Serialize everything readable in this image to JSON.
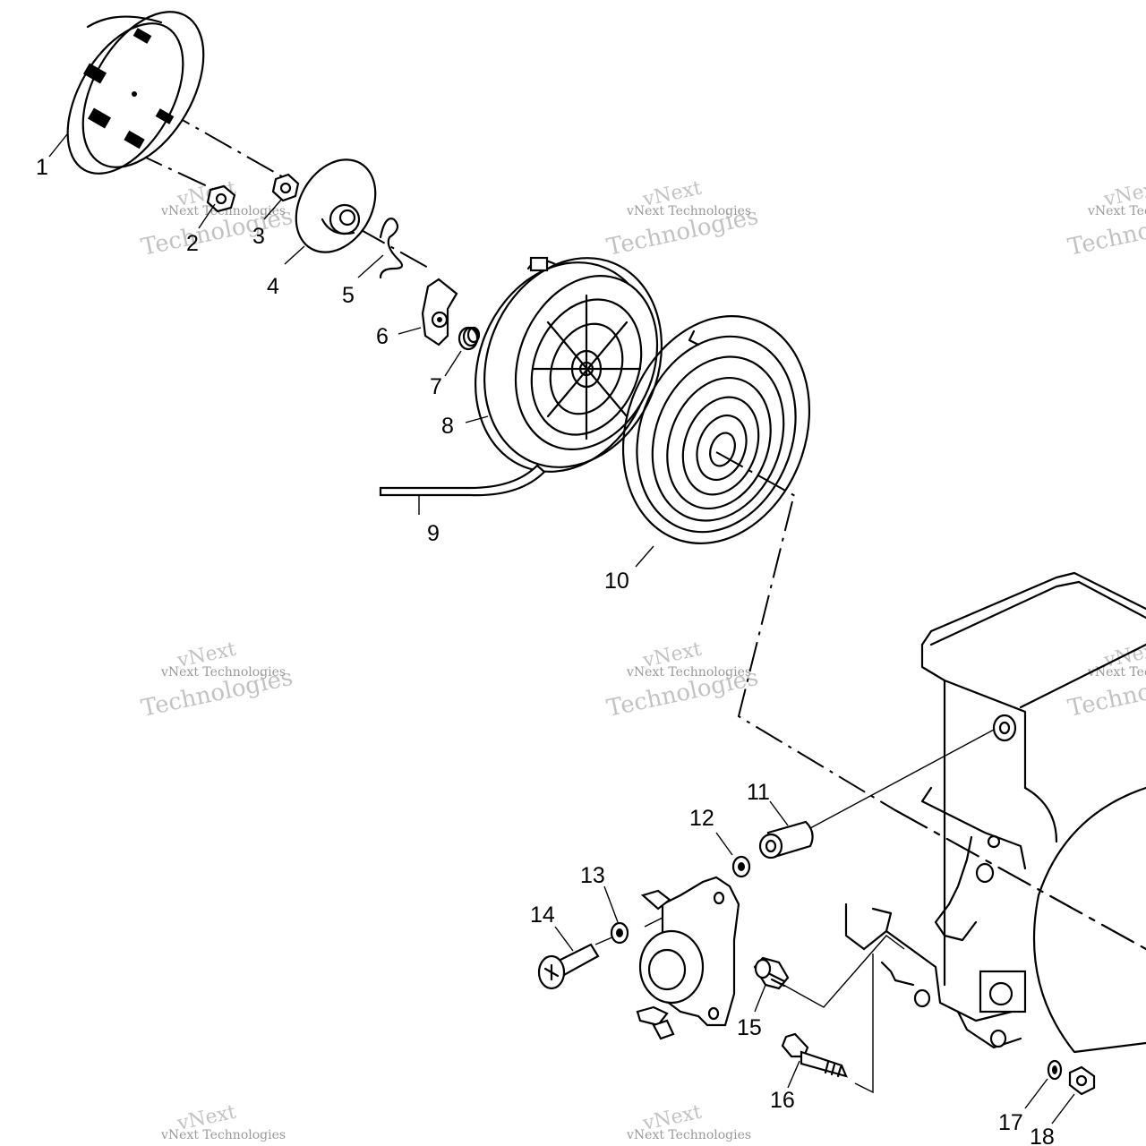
{
  "watermark": {
    "line1": "vNext Technologies",
    "line2": "vNext",
    "line3": "Technologies"
  },
  "callouts": [
    {
      "id": "1",
      "label": "1"
    },
    {
      "id": "2",
      "label": "2"
    },
    {
      "id": "3",
      "label": "3"
    },
    {
      "id": "4",
      "label": "4"
    },
    {
      "id": "5",
      "label": "5"
    },
    {
      "id": "6",
      "label": "6"
    },
    {
      "id": "7",
      "label": "7"
    },
    {
      "id": "8",
      "label": "8"
    },
    {
      "id": "9",
      "label": "9"
    },
    {
      "id": "10",
      "label": "10"
    },
    {
      "id": "11",
      "label": "11"
    },
    {
      "id": "12",
      "label": "12"
    },
    {
      "id": "13",
      "label": "13"
    },
    {
      "id": "14",
      "label": "14"
    },
    {
      "id": "15",
      "label": "15"
    },
    {
      "id": "16",
      "label": "16"
    },
    {
      "id": "17",
      "label": "17"
    },
    {
      "id": "18",
      "label": "18"
    }
  ]
}
